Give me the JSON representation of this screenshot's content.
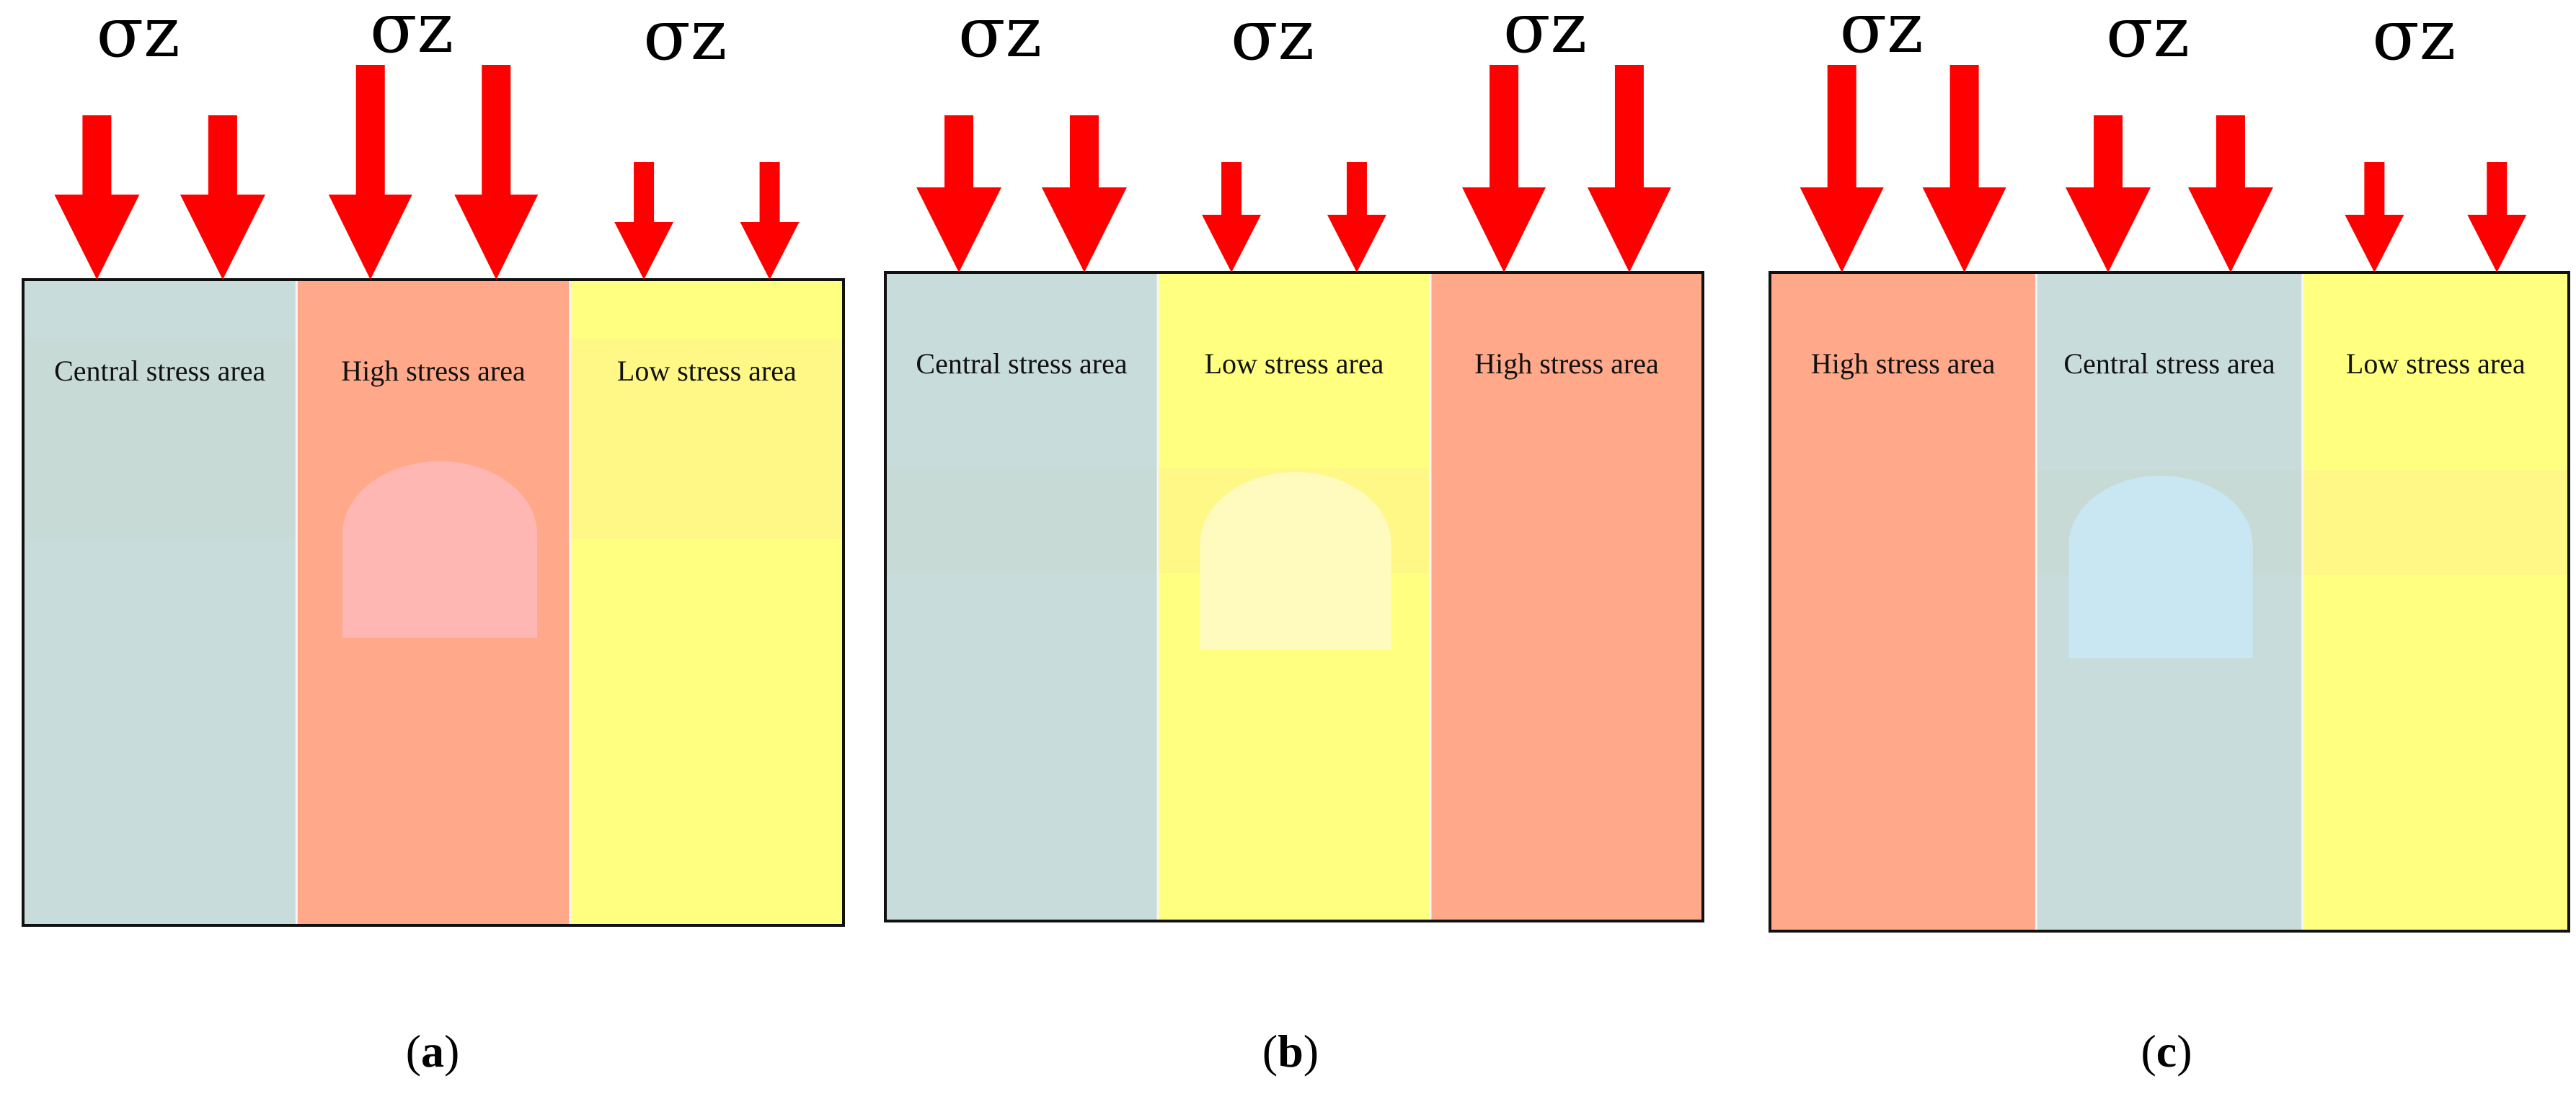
{
  "colors": {
    "central": "#c9dcdc",
    "high": "#ffa98a",
    "low": "#ffff80",
    "arrow": "#ff0000",
    "band_central": "#c4d9cf",
    "band_low": "#fff28a",
    "band_high": "#ffa98a",
    "border": "#111111"
  },
  "stress_symbol": "σz",
  "panels": [
    {
      "id": "a",
      "caption_open": "(",
      "caption_letter": "a",
      "caption_close": ")",
      "zones": [
        {
          "kind": "central",
          "label": "Central stress area",
          "load": "medium",
          "sigma": "σz"
        },
        {
          "kind": "high",
          "label": "High stress area",
          "load": "high",
          "sigma": "σz"
        },
        {
          "kind": "low",
          "label": "Low stress area",
          "load": "low",
          "sigma": "σz"
        }
      ],
      "tunnel_zone": "high",
      "tunnel_color": "#ffb8b8"
    },
    {
      "id": "b",
      "caption_open": "(",
      "caption_letter": "b",
      "caption_close": ")",
      "zones": [
        {
          "kind": "central",
          "label": "Central stress area",
          "load": "medium",
          "sigma": "σz"
        },
        {
          "kind": "low",
          "label": "Low stress area",
          "load": "low",
          "sigma": "σz"
        },
        {
          "kind": "high",
          "label": "High stress area",
          "load": "high",
          "sigma": "σz"
        }
      ],
      "tunnel_zone": "low",
      "tunnel_color": "#fffbc4"
    },
    {
      "id": "c",
      "caption_open": "(",
      "caption_letter": "c",
      "caption_close": ")",
      "zones": [
        {
          "kind": "high",
          "label": "High stress area",
          "load": "high",
          "sigma": "σz"
        },
        {
          "kind": "central",
          "label": "Central stress area",
          "load": "medium",
          "sigma": "σz"
        },
        {
          "kind": "low",
          "label": "Low stress area",
          "load": "low",
          "sigma": "σz"
        }
      ],
      "tunnel_zone": "central",
      "tunnel_color": "#c8e8f5"
    }
  ]
}
